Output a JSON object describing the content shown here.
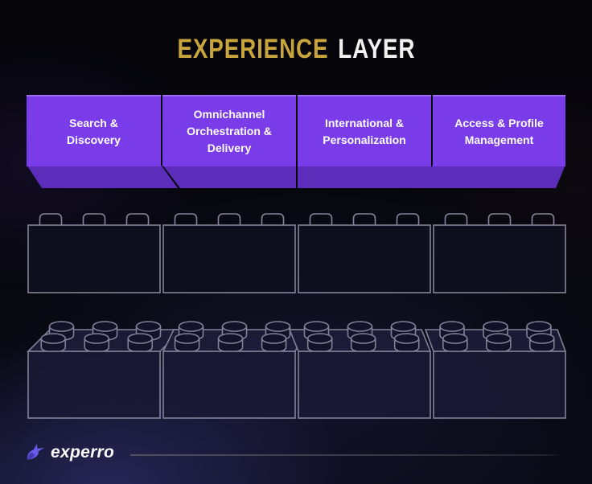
{
  "title": {
    "highlight": "EXPERIENCE",
    "rest": "LAYER"
  },
  "layer_blocks": [
    {
      "label": "Search & Discovery"
    },
    {
      "label": "Omnichannel Orchestration & Delivery"
    },
    {
      "label": "International & Personalization"
    },
    {
      "label": "Access & Profile Management"
    }
  ],
  "illustration": {
    "flat_brick_count": 4,
    "flat_brick_studs": 3,
    "assembled_brick_count": 4,
    "assembled_brick_studs": 6
  },
  "brand": {
    "name": "experro"
  },
  "colors": {
    "accent_purple": "#7A3BE9",
    "skirt_purple": "#5C2CBA",
    "highlight_purple": "#9C6CF5",
    "title_gold": "#C7A43C",
    "title_white": "#F2F2F2",
    "brick_outline": "#9191A9",
    "brick_face_fill": "#191934",
    "brick_top_fill": "#1D1D3A",
    "brick_stud_fill": "#13132A",
    "flat_brick_fill": "#0F0F1F",
    "logo_purple": "#6A5AE8",
    "logo_purple_dark": "#4737B0",
    "divider_gray": "#4A4A58",
    "background_top": "#05050A",
    "background_bottom_glow": "#28285C"
  }
}
